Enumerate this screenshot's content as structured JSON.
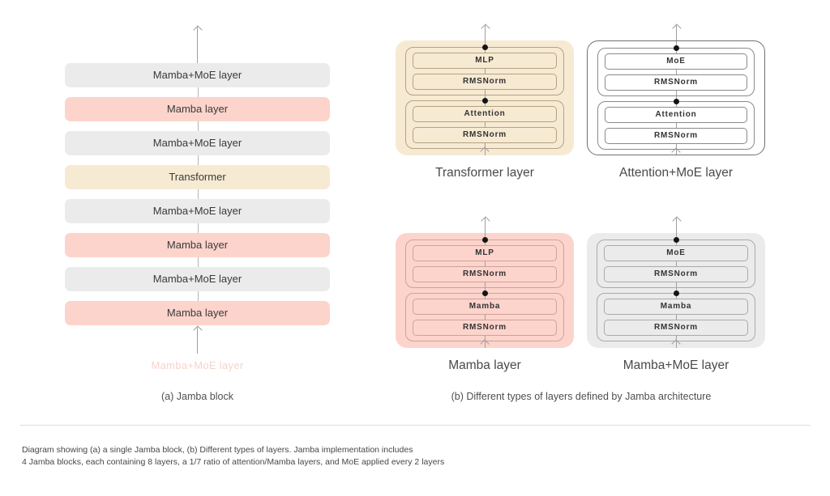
{
  "colors": {
    "gray": "#ebebec",
    "pink": "#fcd4cc",
    "tan": "#f7ead3",
    "arrow_gray": "#9f9f9f"
  },
  "jamba_block": {
    "caption": "(a) Jamba block",
    "ghost_label": "Mamba+MoE layer",
    "rows": [
      {
        "label": "Mamba+MoE layer",
        "type": "gray"
      },
      {
        "label": "Mamba layer",
        "type": "pink"
      },
      {
        "label": "Mamba+MoE layer",
        "type": "gray"
      },
      {
        "label": "Transformer",
        "type": "tan"
      },
      {
        "label": "Mamba+MoE layer",
        "type": "gray"
      },
      {
        "label": "Mamba layer",
        "type": "pink"
      },
      {
        "label": "Mamba+MoE layer",
        "type": "gray"
      },
      {
        "label": "Mamba layer",
        "type": "pink"
      }
    ]
  },
  "layer_types": {
    "caption": "(b) Different types of layers defined by Jamba architecture",
    "panels": [
      {
        "title": "Transformer layer",
        "style": "tan",
        "top_group": [
          "MLP",
          "RMSNorm"
        ],
        "bottom_group": [
          "Attention",
          "RMSNorm"
        ]
      },
      {
        "title": "Attention+MoE layer",
        "style": "white",
        "top_group": [
          "MoE",
          "RMSNorm"
        ],
        "bottom_group": [
          "Attention",
          "RMSNorm"
        ]
      },
      {
        "title": "Mamba layer",
        "style": "pink",
        "top_group": [
          "MLP",
          "RMSNorm"
        ],
        "bottom_group": [
          "Mamba",
          "RMSNorm"
        ]
      },
      {
        "title": "Mamba+MoE layer",
        "style": "gray",
        "top_group": [
          "MoE",
          "RMSNorm"
        ],
        "bottom_group": [
          "Mamba",
          "RMSNorm"
        ]
      }
    ]
  },
  "footnote": {
    "line1": "Diagram showing (a) a single Jamba block, (b) Different types of layers. Jamba implementation includes",
    "line2": "4 Jamba blocks, each containing 8 layers, a 1/7 ratio of attention/Mamba layers, and MoE applied every 2 layers"
  }
}
